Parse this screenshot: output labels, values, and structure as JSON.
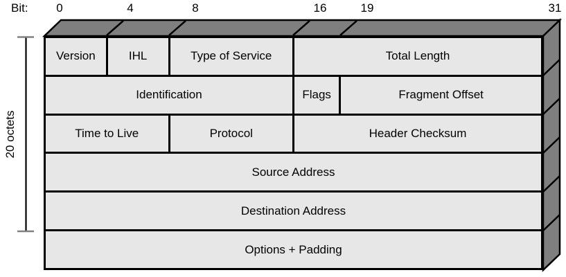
{
  "bit_axis_label": "Bit:",
  "bit_ticks": [
    "0",
    "4",
    "8",
    "16",
    "19",
    "31"
  ],
  "octets_label": "20 octets",
  "colors": {
    "face_gray": "#7f7f7f",
    "cell_gray": "#e7e7e7",
    "line_black": "#000000",
    "bracket_cap_gray": "#808080",
    "background": "#ffffff"
  },
  "header_rows": [
    {
      "fields": [
        {
          "label": "Version",
          "bits": 4
        },
        {
          "label": "IHL",
          "bits": 4
        },
        {
          "label": "Type of Service",
          "bits": 8
        },
        {
          "label": "Total Length",
          "bits": 16
        }
      ]
    },
    {
      "fields": [
        {
          "label": "Identification",
          "bits": 16
        },
        {
          "label": "Flags",
          "bits": 3
        },
        {
          "label": "Fragment Offset",
          "bits": 13
        }
      ]
    },
    {
      "fields": [
        {
          "label": "Time to Live",
          "bits": 8
        },
        {
          "label": "Protocol",
          "bits": 8
        },
        {
          "label": "Header Checksum",
          "bits": 16
        }
      ]
    },
    {
      "fields": [
        {
          "label": "Source Address",
          "bits": 32
        }
      ]
    },
    {
      "fields": [
        {
          "label": "Destination Address",
          "bits": 32
        }
      ]
    },
    {
      "fields": [
        {
          "label": "Options + Padding",
          "bits": 32
        }
      ]
    }
  ]
}
